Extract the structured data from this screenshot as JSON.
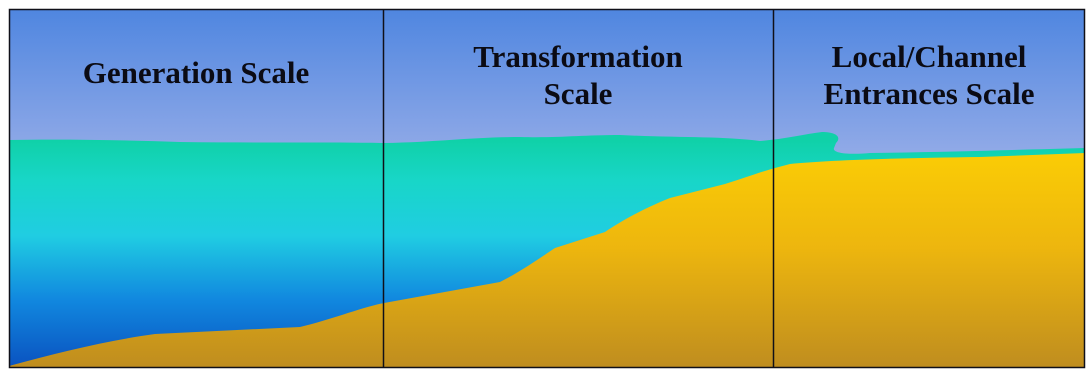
{
  "panels": [
    {
      "title_lines": [
        "Generation Scale"
      ]
    },
    {
      "title_lines": [
        "Transformation",
        "Scale"
      ]
    },
    {
      "title_lines": [
        "Local/Channel",
        "Entrances Scale"
      ]
    }
  ],
  "colors": {
    "sky_top": "#4f86e0",
    "sky_bottom": "#e6e1ee",
    "water_surface": "#0fd2ad",
    "water_mid": "#1ed8d8",
    "water_deep": "#0b5fc8",
    "seabed_light": "#f7c908",
    "seabed_dark": "#c08f1c",
    "divider": "#101018"
  }
}
